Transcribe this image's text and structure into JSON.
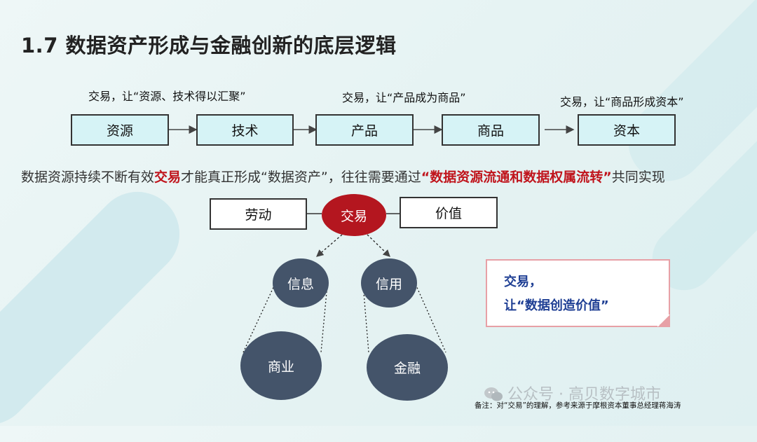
{
  "title": "1.7 数据资产形成与金融创新的底层逻辑",
  "captions": {
    "c1": "交易，让“资源、技术得以汇聚”",
    "c2": "交易，让“产品成为商品”",
    "c3": "交易，让“商品形成资本”"
  },
  "flow": {
    "resource": "资源",
    "technology": "技术",
    "product": "产品",
    "commodity": "商品",
    "capital": "资本"
  },
  "sentence": {
    "part1": "数据资源持续不断有效",
    "highlight1": "交易",
    "part2": "才能真正形成“数据资产”，往往需要通过",
    "highlight2": "“数据资源流通和数据权属流转”",
    "part3": "共同实现"
  },
  "center": {
    "labor": "劳动",
    "trade": "交易",
    "value": "价值"
  },
  "circles": {
    "information": "信息",
    "credit": "信用",
    "business": "商业",
    "finance": "金融"
  },
  "note": {
    "line1": "交易，",
    "line2": "让“数据创造价值”"
  },
  "watermark": "公众号 · 高贝数字城市",
  "footnote": "备注：对“交易”的理解，参考来源于摩根资本董事总经理蒋海涛",
  "colors": {
    "box_fill": "#d6f3f6",
    "accent_red": "#b4161f",
    "circle_fill": "#44546a",
    "note_text": "#1f3f94",
    "note_border": "#e7a0a6"
  }
}
